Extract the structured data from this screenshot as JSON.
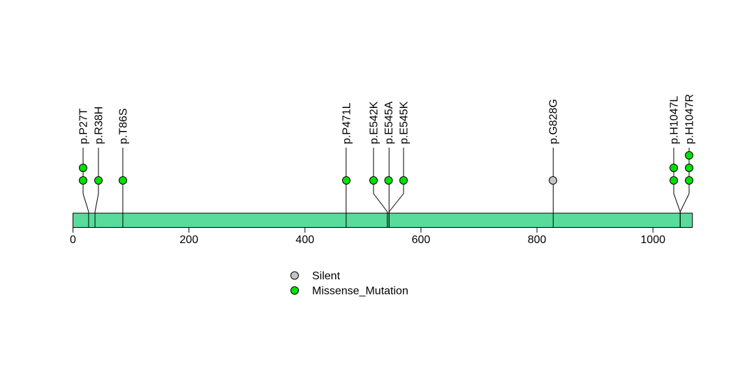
{
  "chart_data": {
    "type": "lollipop",
    "title": "",
    "xlabel": "",
    "ylabel": "",
    "axis_ticks": [
      0,
      200,
      400,
      600,
      800,
      1000
    ],
    "xlim": [
      0,
      1068
    ],
    "grid": false,
    "legend_position": "bottom-center",
    "mutations": [
      {
        "label": "p.P27T",
        "position": 27,
        "count": 2,
        "class": "Missense_Mutation",
        "dodge_x": 119
      },
      {
        "label": "p.R38H",
        "position": 38,
        "count": 1,
        "class": "Missense_Mutation",
        "dodge_x": 141
      },
      {
        "label": "p.T86S",
        "position": 86,
        "count": 1,
        "class": "Missense_Mutation",
        "dodge_x": 176
      },
      {
        "label": "p.P471L",
        "position": 471,
        "count": 1,
        "class": "Missense_Mutation",
        "dodge_x": 496
      },
      {
        "label": "p.E542K",
        "position": 542,
        "count": 1,
        "class": "Missense_Mutation",
        "dodge_x": 535
      },
      {
        "label": "p.E545A",
        "position": 545,
        "count": 1,
        "class": "Missense_Mutation",
        "dodge_x": 556.5
      },
      {
        "label": "p.E545K",
        "position": 545,
        "count": 1,
        "class": "Missense_Mutation",
        "dodge_x": 578
      },
      {
        "label": "p.G828G",
        "position": 828,
        "count": 1,
        "class": "Silent",
        "dodge_x": 792
      },
      {
        "label": "p.H1047L",
        "position": 1047,
        "count": 2,
        "class": "Missense_Mutation",
        "dodge_x": 965
      },
      {
        "label": "p.H1047R",
        "position": 1047,
        "count": 3,
        "class": "Missense_Mutation",
        "dodge_x": 987
      }
    ],
    "legend": [
      {
        "label": "Silent",
        "class": "Silent",
        "color": "#C4C4C4"
      },
      {
        "label": "Missense_Mutation",
        "class": "Missense_Mutation",
        "color": "#00E000"
      }
    ],
    "colors": {
      "protein_bar": "#58DB9B",
      "Missense_Mutation": "#00E000",
      "Silent": "#C4C4C4",
      "stroke": "#000000",
      "background": "#FFFFFF"
    }
  }
}
